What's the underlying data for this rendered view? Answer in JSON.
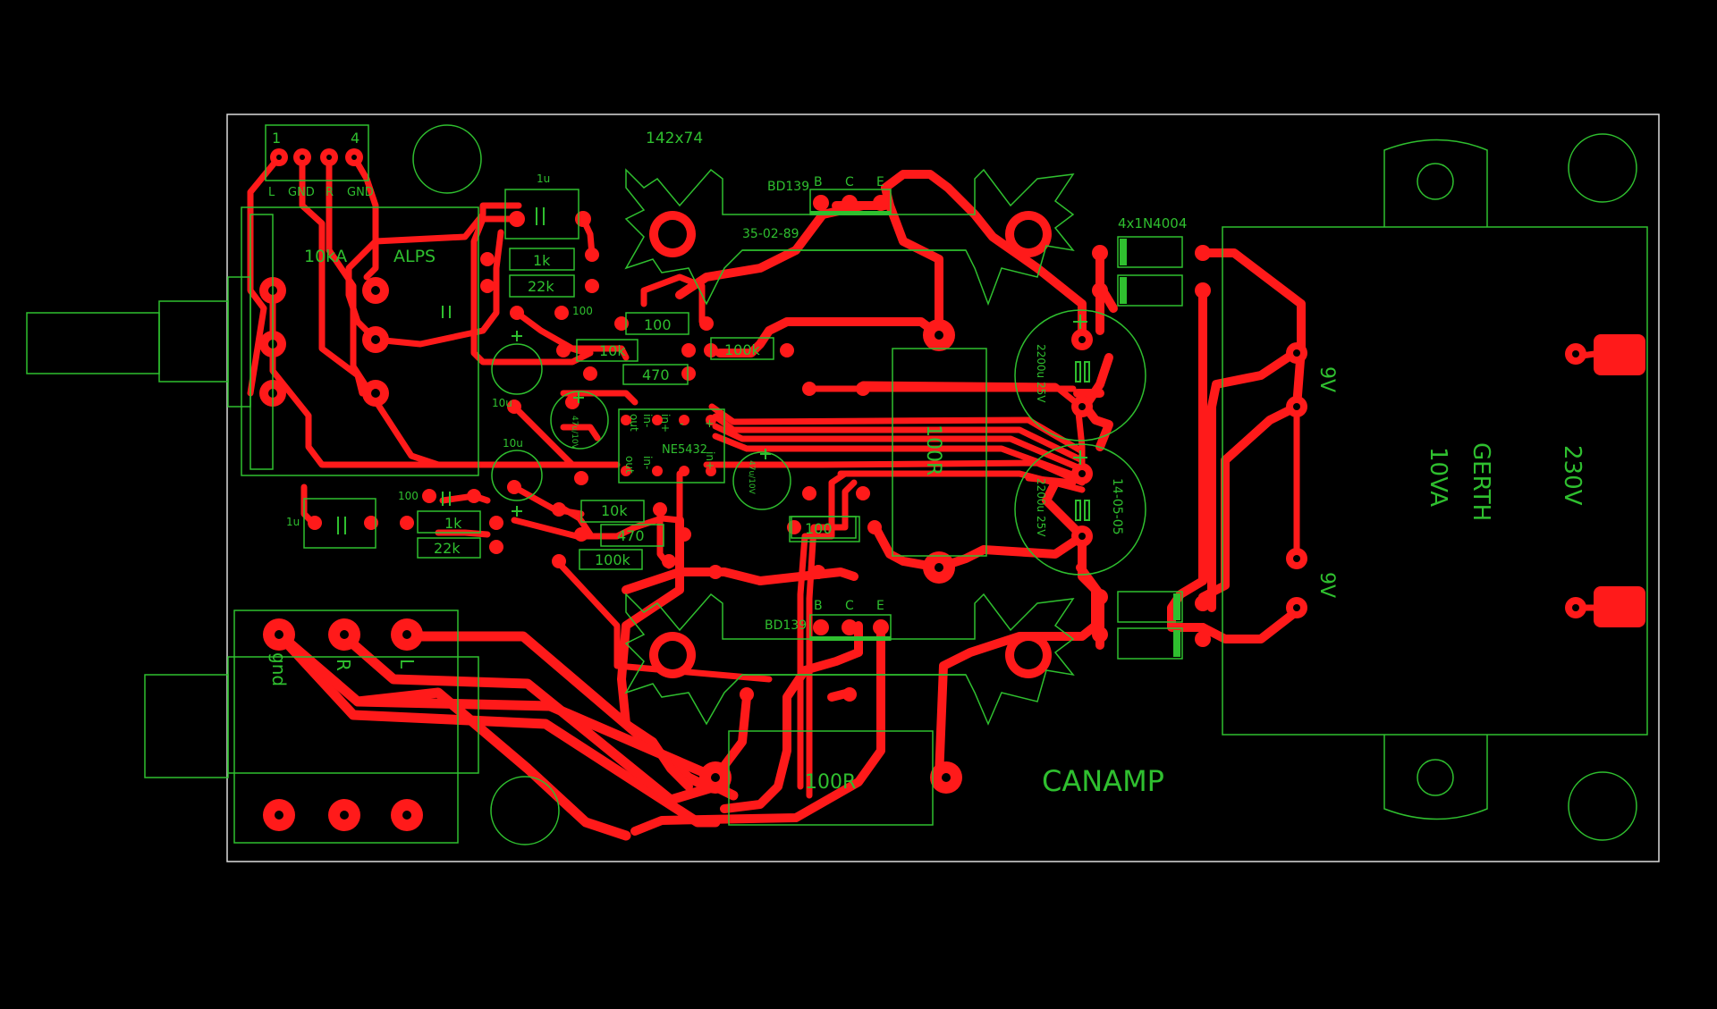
{
  "colors": {
    "background": "#000000",
    "silkscreen": "#2fbf2f",
    "copper": "#ff1a1a",
    "outline": "#dcdcdc"
  },
  "labels": {
    "dimensions": "142x74",
    "connector_pin_1": "1",
    "connector_pin_4": "4",
    "connector_L": "L",
    "connector_GND1": "GND",
    "connector_R": "R",
    "connector_GND2": "GND",
    "pot_value": "10kA",
    "pot_brand": "ALPS",
    "cap_1u_top": "1u",
    "res_1k_top": "1k",
    "res_22k_top": "22k",
    "res_100_small_top": "100",
    "res_100_top": "100",
    "res_10k_top": "10k",
    "res_470_top": "470",
    "res_100k_top": "100k",
    "cap_10u_top": "10u",
    "cap_10u_bottom": "10u",
    "opamp_cap_left": "47u/10V",
    "opamp_cap_right": "47u/10V",
    "opamp": "NE5432",
    "pin_out1": "out",
    "pin_in1_minus": "in-",
    "pin_in1_plus": "in+",
    "pin_minus": "-",
    "pin_plus": "+",
    "pin_out2": "out",
    "pin_in2_minus": "in-",
    "pin_in2_plus": "in+",
    "bd139_top": "BD139",
    "bd139_bottom": "BD139",
    "pin_B": "B",
    "pin_C": "C",
    "pin_E": "E",
    "date_top": "35-02-89",
    "date_side": "14-05-05",
    "res_100R_center": "100R",
    "res_100R_bottom": "100R",
    "res_100_mid": "100",
    "res_1k_bottom": "1k",
    "res_22k_bottom": "22k",
    "res_100_small_bottom": "100",
    "cap_1u_bottom": "1u",
    "res_10k_bottom": "10k",
    "res_470_bottom": "470",
    "res_100k_bottom": "100k",
    "elcap_top": "2200u 25V",
    "elcap_bottom": "2200u 25V",
    "diodes": "4x1N4004",
    "transformer_brand": "GERTH",
    "transformer_rating": "10VA",
    "transformer_voltage": "230V",
    "secondary_top": "9V",
    "secondary_bottom": "9V",
    "jack_gnd": "gnd",
    "jack_R": "R",
    "jack_L": "L",
    "title": "CANAMP"
  }
}
